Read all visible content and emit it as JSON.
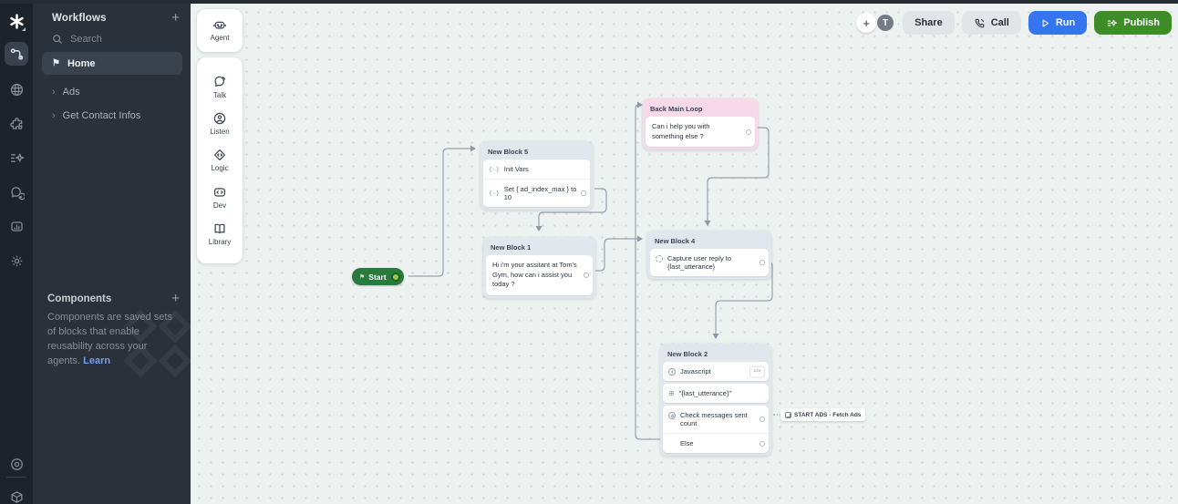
{
  "colors": {
    "run_blue": "#3575f0",
    "publish_green": "#3f8d28",
    "start_green": "#2a7a3d",
    "back_loop_header_pink": "#f7d9ea",
    "block_header_gray": "#e2e7ee",
    "learn_link_blue": "#6f9ff7"
  },
  "left_rail": {
    "icons": [
      "logo",
      "workflows",
      "knowledge",
      "integrations",
      "ai-features",
      "conversations",
      "analytics",
      "settings",
      "target",
      "workspace"
    ]
  },
  "sidebar": {
    "title": "Workflows",
    "add_label": "+",
    "search_label": "Search",
    "items": [
      {
        "label": "Home",
        "selected": true
      },
      {
        "label": "Ads",
        "selected": false
      },
      {
        "label": "Get Contact Infos",
        "selected": false
      }
    ],
    "chevron": "›",
    "components_title": "Components",
    "components_add_label": "+",
    "components_description": "Components are saved sets of blocks that enable reusability across your agents. ",
    "components_link": "Learn"
  },
  "block_toolbar": {
    "agent_label": "Agent",
    "items": [
      {
        "label": "Talk"
      },
      {
        "label": "Listen"
      },
      {
        "label": "Logic"
      },
      {
        "label": "Dev"
      },
      {
        "label": "Library"
      }
    ]
  },
  "topbar": {
    "add_label": "+",
    "avatar_initial": "T",
    "share_label": "Share",
    "call_label": "Call",
    "run_label": "Run",
    "publish_label": "Publish"
  },
  "canvas": {
    "start_label": "Start",
    "blocks": {
      "block5": {
        "title": "New Block 5",
        "row1": "Init Vars",
        "row2": "Set { ad_index_max } to 10"
      },
      "block1": {
        "title": "New Block 1",
        "text": "Hi i'm your assitant at Tom's Gym, how can i assist you today ?"
      },
      "back_main_loop": {
        "title": "Back Main Loop",
        "text": "Can i help you with something else ?"
      },
      "block4": {
        "title": "New Block 4",
        "text": "Capture user reply to {last_utterance}"
      },
      "block2": {
        "title": "New Block 2",
        "row1": "Javascript",
        "row2": "\"{last_utterance}\"",
        "row3": "Check messages sent count",
        "row4": "Else"
      }
    },
    "link_chip_label": "START ADS - Fetch Ads"
  }
}
